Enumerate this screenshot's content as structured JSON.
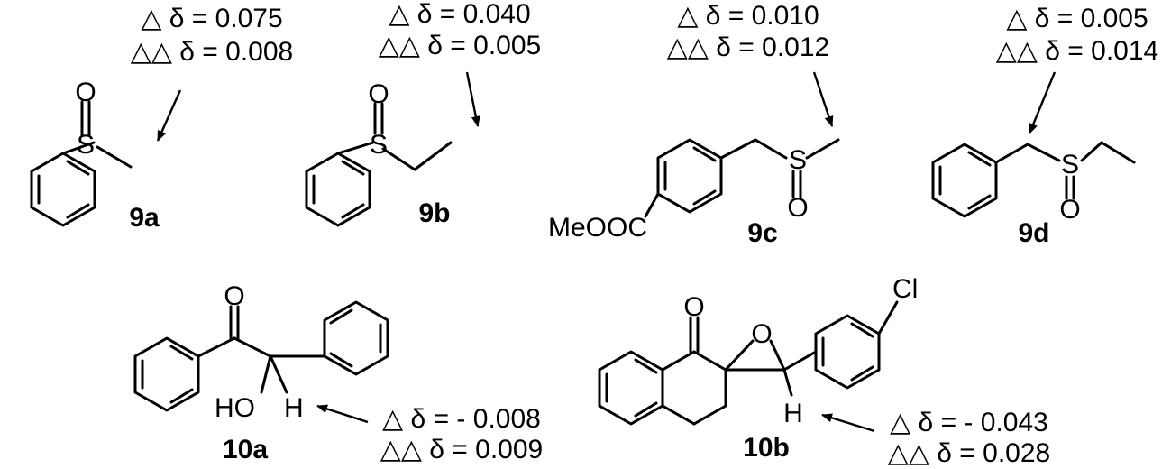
{
  "compounds": [
    {
      "id": "9a",
      "atoms": [
        "S",
        "O"
      ],
      "delta": "△ δ = 0.075",
      "ddelta": "△△ δ = 0.008"
    },
    {
      "id": "9b",
      "atoms": [
        "S",
        "O"
      ],
      "delta": "△ δ = 0.040",
      "ddelta": "△△ δ = 0.005"
    },
    {
      "id": "9c",
      "atoms": [
        "S",
        "O",
        "MeOOC"
      ],
      "delta": "△ δ = 0.010",
      "ddelta": "△△ δ = 0.012"
    },
    {
      "id": "9d",
      "atoms": [
        "S",
        "O"
      ],
      "delta": "△ δ = 0.005",
      "ddelta": "△△ δ = 0.014"
    },
    {
      "id": "10a",
      "atoms": [
        "O",
        "HO",
        "H"
      ],
      "delta": "△ δ = - 0.008",
      "ddelta": "△△ δ = 0.009"
    },
    {
      "id": "10b",
      "atoms": [
        "O",
        "O",
        "Cl",
        "H"
      ],
      "delta": "△ δ = - 0.043",
      "ddelta": "△△ δ = 0.028"
    }
  ]
}
